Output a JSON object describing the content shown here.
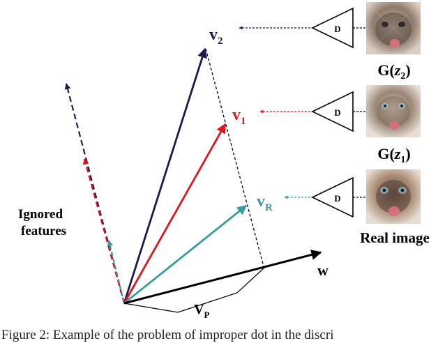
{
  "colors": {
    "v2": "#1a1a4e",
    "v1": "#e0141c",
    "vR": "#3a9a9e",
    "w": "#000000",
    "dashed_projection": "#000000"
  },
  "labels": {
    "v2_main": "v",
    "v2_sub": "2",
    "v1_main": "v",
    "v1_sub": "1",
    "vR_main": "v",
    "vR_sub": "R",
    "vP_main": "V",
    "vP_sub": "P",
    "w": "w",
    "ignored_line1": "Ignored",
    "ignored_line2": "features"
  },
  "discriminators": [
    {
      "label": "D",
      "image": "G(z2)",
      "image_caption_main": "G(",
      "image_caption_var": "z",
      "image_caption_sub": "2",
      "image_caption_end": ")",
      "color": "#1a1a4e"
    },
    {
      "label": "D",
      "image": "G(z1)",
      "image_caption_main": "G(",
      "image_caption_var": "z",
      "image_caption_sub": "1",
      "image_caption_end": ")",
      "color": "#e0141c"
    },
    {
      "label": "D",
      "image": "Real image",
      "image_caption_main": "Real image",
      "color": "#3a9a9e"
    }
  ],
  "caption": "Figure 2: Example of the problem of improper dot in the discri"
}
